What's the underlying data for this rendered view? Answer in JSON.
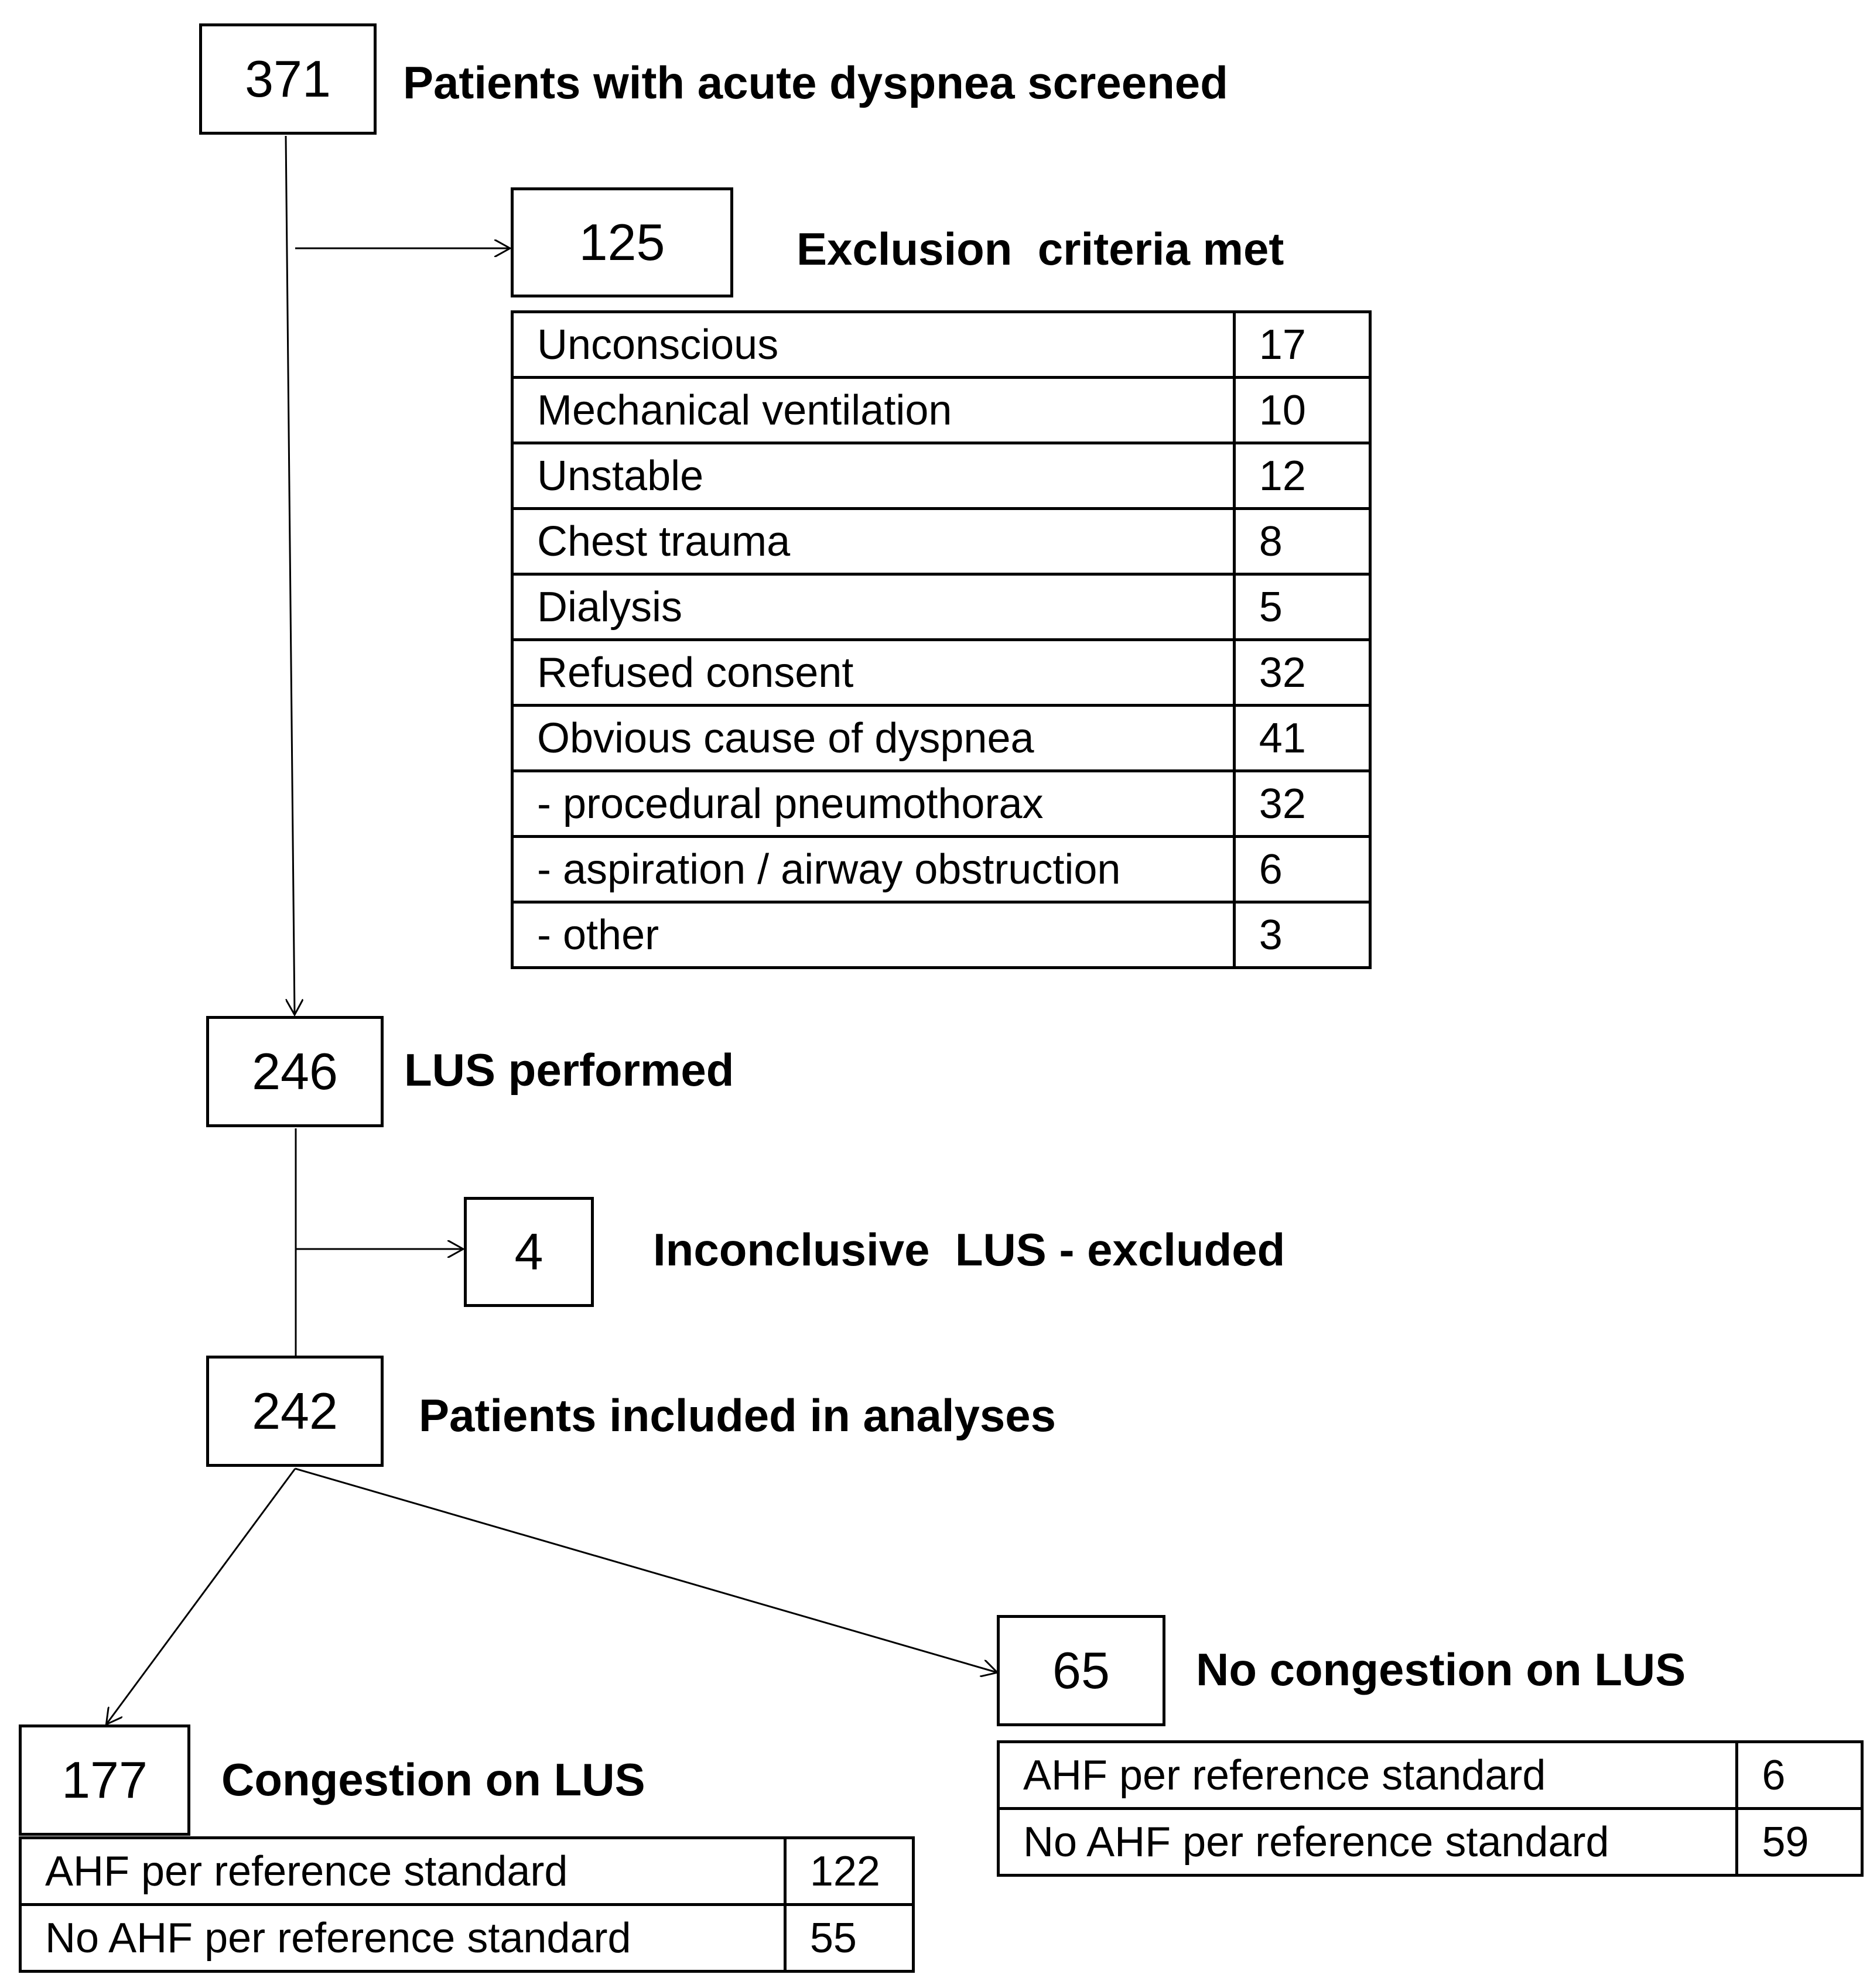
{
  "screened": {
    "count": "371",
    "label": "Patients with acute dyspnea screened"
  },
  "excluded": {
    "count": "125",
    "label": "Exclusion  criteria met",
    "rows": [
      {
        "reason": "Unconscious",
        "n": "17"
      },
      {
        "reason": "Mechanical ventilation",
        "n": "10"
      },
      {
        "reason": "Unstable",
        "n": "12"
      },
      {
        "reason": "Chest trauma",
        "n": "8"
      },
      {
        "reason": "Dialysis",
        "n": "5"
      },
      {
        "reason": "Refused consent",
        "n": "32"
      },
      {
        "reason": "Obvious cause of dyspnea",
        "n": "41"
      },
      {
        "reason": "- procedural pneumothorax",
        "n": "32"
      },
      {
        "reason": "- aspiration / airway obstruction",
        "n": "6"
      },
      {
        "reason": "- other",
        "n": "3"
      }
    ]
  },
  "lus_performed": {
    "count": "246",
    "label": "LUS performed"
  },
  "inconclusive": {
    "count": "4",
    "label": "Inconclusive  LUS - excluded"
  },
  "included": {
    "count": "242",
    "label": "Patients included in analyses"
  },
  "congestion": {
    "count": "177",
    "label": "Congestion on LUS",
    "rows": [
      {
        "reason": "AHF per reference standard",
        "n": "122"
      },
      {
        "reason": "No AHF per reference standard",
        "n": "55"
      }
    ]
  },
  "no_congestion": {
    "count": "65",
    "label": "No congestion on LUS",
    "rows": [
      {
        "reason": "AHF per reference standard",
        "n": "6"
      },
      {
        "reason": "No AHF per reference standard",
        "n": "59"
      }
    ]
  }
}
